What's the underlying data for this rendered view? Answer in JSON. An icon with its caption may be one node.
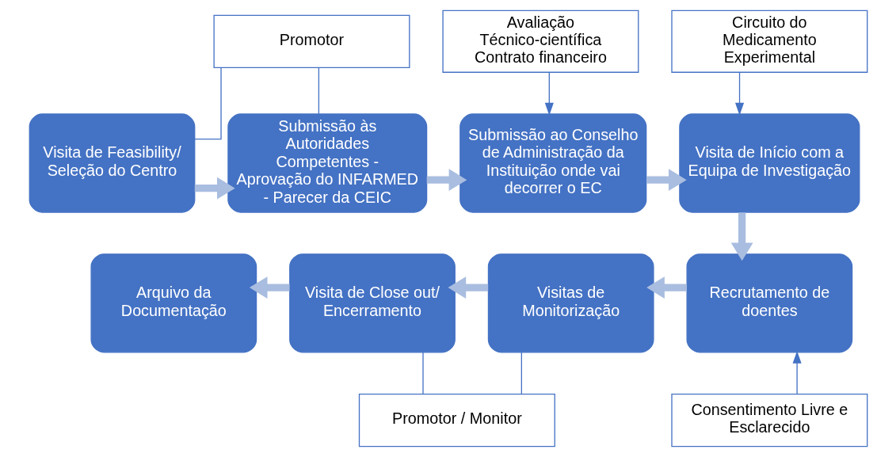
{
  "diagram": {
    "nodes": [
      {
        "text": [
          "Promotor"
        ]
      },
      {
        "text": [
          "Visita de Feasibility/ Seleção do Centro"
        ]
      },
      {
        "text": [
          "Submissão às Autoridades Competentes - Aprovação do INFARMED - Parecer da CEIC"
        ]
      },
      {
        "text": [
          "Avaliação Técnico-científica Contrato financeiro"
        ]
      },
      {
        "text": [
          "Submissão ao Conselho de Administração da Instituição onde vai decorrer o EC"
        ]
      },
      {
        "text": [
          "Circuito do Medicamento Experimental"
        ]
      },
      {
        "text": [
          "Visita de Início com a Equipa de Investigação"
        ]
      },
      {
        "text": [
          "Recrutamento de doentes"
        ]
      },
      {
        "text": [
          "Visitas de Monitorização"
        ]
      },
      {
        "text": [
          "Visita de Close out/ Encerramento"
        ]
      },
      {
        "text": [
          "Arquivo da Documentação"
        ]
      },
      {
        "text": [
          "Promotor / Monitor"
        ]
      },
      {
        "text": [
          "Consentimento Livre e Esclarecido"
        ]
      }
    ],
    "edges": [
      {
        "from": 0,
        "to": 1,
        "arrow": "none"
      },
      {
        "from": 0,
        "to": 2,
        "arrow": "none"
      },
      {
        "from": 1,
        "to": 2,
        "arrow": "to",
        "style": "thick",
        "color": "#a9bde0"
      },
      {
        "from": 3,
        "to": 4,
        "arrow": "to"
      },
      {
        "from": 2,
        "to": 4,
        "arrow": "to",
        "style": "thick",
        "color": "#a9bde0"
      },
      {
        "from": 5,
        "to": 6,
        "arrow": "to"
      },
      {
        "from": 4,
        "to": 6,
        "arrow": "to",
        "style": "thick",
        "color": "#a9bde0"
      },
      {
        "from": 6,
        "to": 7,
        "arrow": "to",
        "style": "thick",
        "color": "#a9bde0"
      },
      {
        "from": 7,
        "to": 8,
        "arrow": "to",
        "style": "thick",
        "color": "#a9bde0"
      },
      {
        "from": 8,
        "to": 9,
        "arrow": "to",
        "style": "thick",
        "color": "#a9bde0"
      },
      {
        "from": 9,
        "to": 10,
        "arrow": "to",
        "style": "thick",
        "color": "#a9bde0"
      },
      {
        "from": 12,
        "to": 7,
        "arrow": "to"
      },
      {
        "from": 11,
        "to": 9,
        "arrow": "none"
      },
      {
        "from": 11,
        "to": 8,
        "arrow": "none"
      }
    ]
  }
}
